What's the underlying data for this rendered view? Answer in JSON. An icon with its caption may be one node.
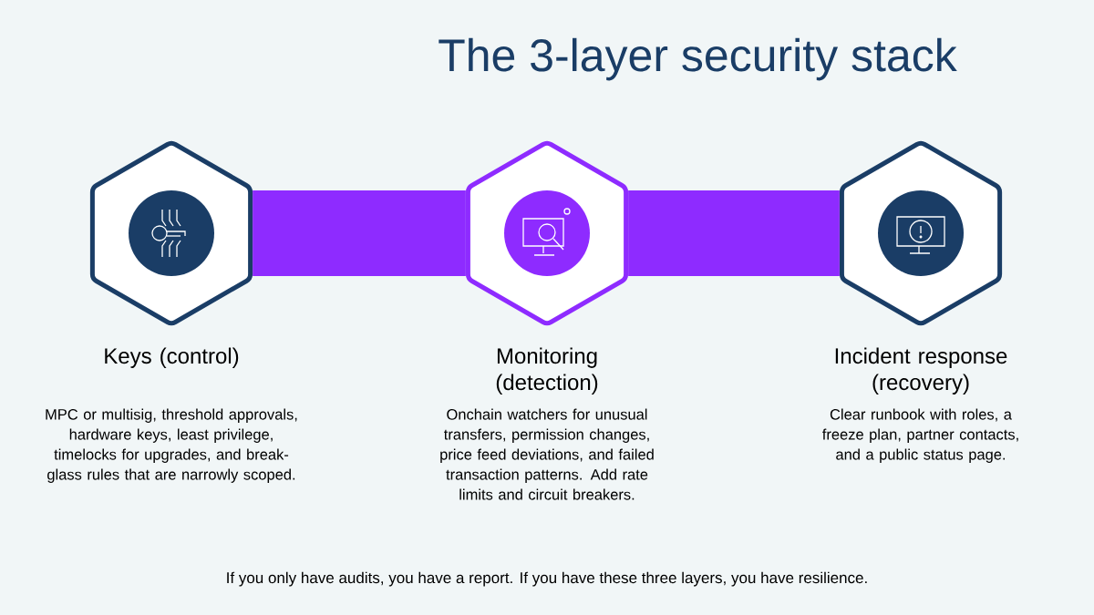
{
  "diagram": {
    "title": "The 3-layer security stack",
    "nodes": [
      {
        "text": [
          "Keys (control)",
          "MPC or multisig, threshold approvals, hardware keys, least privilege, timelocks for upgrades, and break-glass rules that are narrowly scoped."
        ]
      },
      {
        "text": [
          "Monitoring (detection)",
          "Onchain watchers for unusual transfers, permission changes, price feed deviations, and failed transaction patterns. Add rate limits and circuit breakers."
        ]
      },
      {
        "text": [
          "Incident response (recovery)",
          "Clear runbook with roles, a freeze plan, partner contacts, and a public status page."
        ]
      }
    ],
    "edges": [
      {
        "from": 0,
        "to": 1,
        "arrow": "none"
      },
      {
        "from": 1,
        "to": 2,
        "arrow": "none"
      }
    ],
    "caption": "If you only have audits, you have a report. If you have these three layers, you have resilience."
  }
}
